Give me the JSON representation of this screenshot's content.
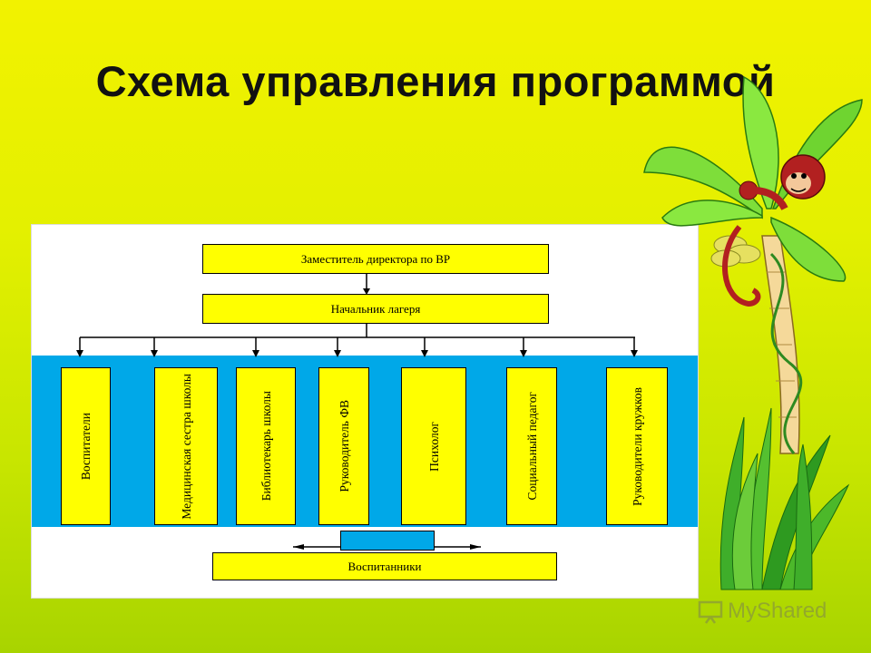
{
  "slide": {
    "title": "Схема управления программой"
  },
  "diagram": {
    "top_box": "Заместитель директора по ВР",
    "second_box": "Начальник лагеря",
    "roles": [
      "Воспитатели",
      "Медицинская сестра школы",
      "Библиотекарь школы",
      "Руководитель ФВ",
      "Психолог",
      "Социальный педагог",
      "Руководители кружков"
    ],
    "bottom_box": "Воспитанники"
  },
  "watermark": {
    "text": "MyShared"
  },
  "colors": {
    "background": "#e4f000",
    "box_fill": "#ffff00",
    "band": "#00a8e8"
  },
  "decor_icons": [
    "banana-tree-icon",
    "monkey-icon",
    "grass-icon"
  ]
}
